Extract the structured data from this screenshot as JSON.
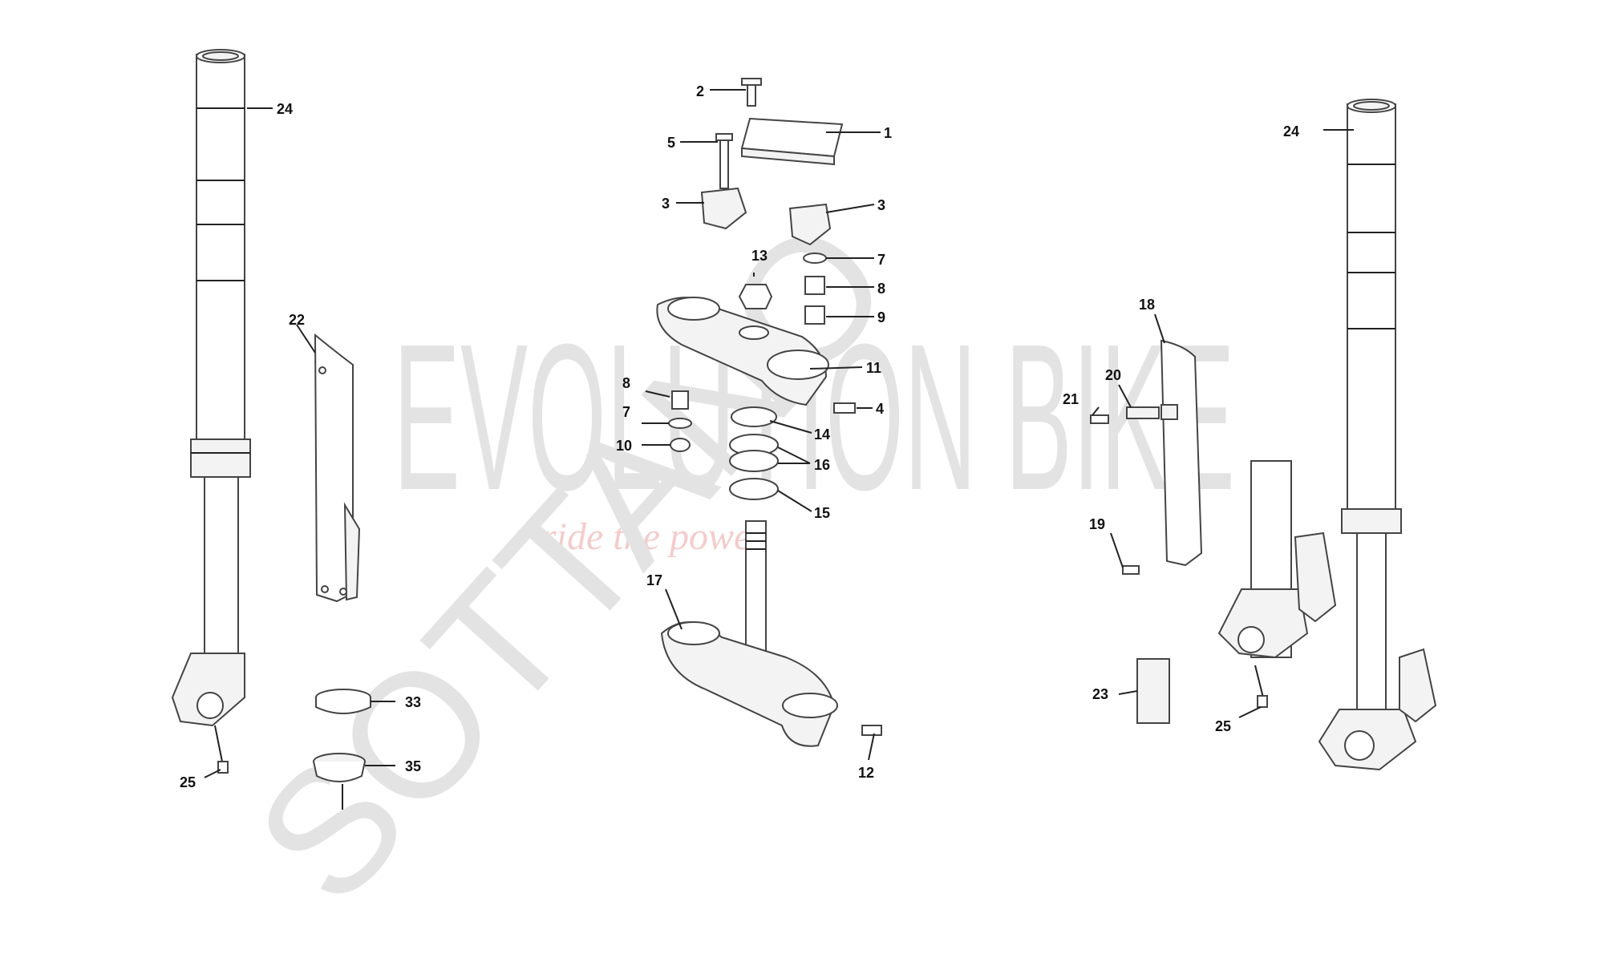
{
  "watermark": {
    "brand": "EVOLUTION BIKE",
    "tagline": "ride the power",
    "diagonal": "SOTTANO"
  },
  "callouts": {
    "c1": "1",
    "c2": "2",
    "c3a": "3",
    "c3b": "3",
    "c4": "4",
    "c5": "5",
    "c7a": "7",
    "c7b": "7",
    "c8a": "8",
    "c8b": "8",
    "c9": "9",
    "c10": "10",
    "c11": "11",
    "c12": "12",
    "c13": "13",
    "c14": "14",
    "c15": "15",
    "c16": "16",
    "c17": "17",
    "c18": "18",
    "c19": "19",
    "c20": "20",
    "c21": "21",
    "c22": "22",
    "c23": "23",
    "c24a": "24",
    "c24b": "24",
    "c25a": "25",
    "c25b": "25",
    "c33": "33",
    "c35": "35"
  },
  "colors": {
    "line": "#444444",
    "text": "#111111",
    "watermark": "#e3e3e3",
    "tagline": "#f4cccc"
  }
}
